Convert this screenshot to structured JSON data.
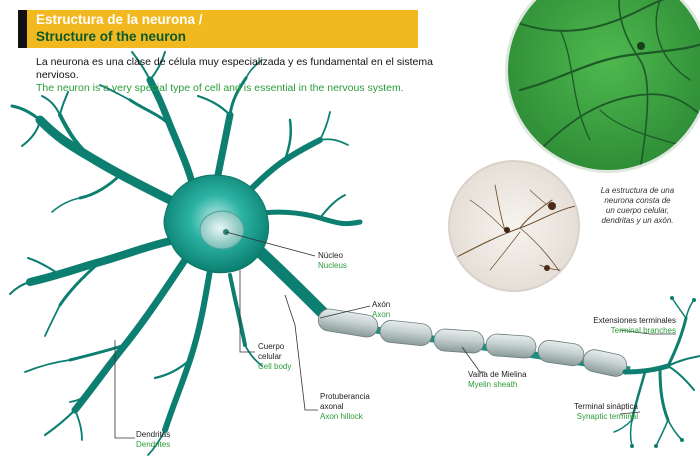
{
  "header": {
    "title_es": "Estructura de la neurona /",
    "title_en": "Structure of the neuron"
  },
  "intro": {
    "es_line1": "La neurona es una clase de célula muy especializada y es fundamental en el sistema",
    "es_line2": "nervioso.",
    "en": "The neuron is a very special type of cell and is essential in the nervous system."
  },
  "labels": {
    "nucleus": {
      "es": "Núcleo",
      "en": "Nucleus"
    },
    "axon": {
      "es": "Axón",
      "en": "Axon"
    },
    "cell_body": {
      "es1": "Cuerpo",
      "es2": "celular",
      "en": "Cell body"
    },
    "axon_hillock": {
      "es1": "Protuberancia",
      "es2": "axonal",
      "en": "Axon hillock"
    },
    "myelin_sheath": {
      "es": "Vaina de Mielina",
      "en": "Myelin sheath"
    },
    "terminal_branches": {
      "es": "Extensiones terminales",
      "en": "Terminal branches"
    },
    "synaptic_terminal": {
      "es": "Terminal sináptica",
      "en": "Synaptic terminal"
    },
    "dendrites": {
      "es": "Dendritas",
      "en": "Dendrites"
    }
  },
  "caption": {
    "line1": "La estructura de una",
    "line2": "neurona consta de",
    "line3": "un cuerpo celular,",
    "line4": "dendritas y un axón."
  },
  "colors": {
    "banner": "#f2b81f",
    "neuron_teal": "#0d8a78",
    "english_green": "#2a9d3a",
    "micrograph_green": "#3ea040"
  }
}
